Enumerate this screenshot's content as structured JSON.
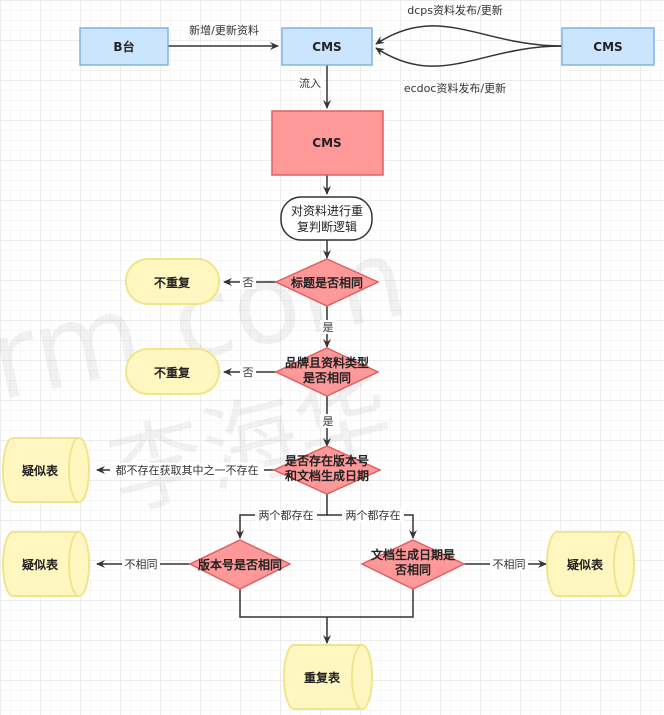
{
  "nodes": {
    "b_platform": "B台",
    "cms_top": "CMS",
    "cms_right": "CMS",
    "cms_main": "CMS",
    "dedup_logic": [
      "对资料进行重",
      "复判断逻辑"
    ],
    "title_same": "标题是否相同",
    "not_dup_1": "不重复",
    "brand_type_same": [
      "品牌且资料类型",
      "是否相同"
    ],
    "not_dup_2": "不重复",
    "version_date_exist": [
      "是否存在版本号",
      "和文档生成日期"
    ],
    "similar_1": "疑似表",
    "version_same": "版本号是否相同",
    "similar_2": "疑似表",
    "date_same": [
      "文档生成日期是",
      "否相同"
    ],
    "similar_3": "疑似表",
    "dup_table": "重复表"
  },
  "edges": {
    "b_to_cms": "新增/更新资料",
    "dcps": "dcps资料发布/更新",
    "ecdoc": "ecdoc资料发布/更新",
    "inflow": "流入",
    "no_1": "否",
    "yes_1": "是",
    "no_2": "否",
    "yes_2": "是",
    "not_exist": "都不存在获取其中之一不存在",
    "both_exist_left": "两个都存在",
    "both_exist_right": "两个都存在",
    "diff_left": "不相同",
    "diff_right": "不相同"
  },
  "watermark": {
    "site": "rm.com",
    "name": "李海华"
  },
  "colors": {
    "blue_fill": "#cce5ff",
    "blue_stroke": "#7fb2e5",
    "red_fill": "#ff9999",
    "red_stroke": "#e06060",
    "yellow_fill": "#fff7bf",
    "yellow_stroke": "#f0e58c",
    "line": "#333333"
  }
}
